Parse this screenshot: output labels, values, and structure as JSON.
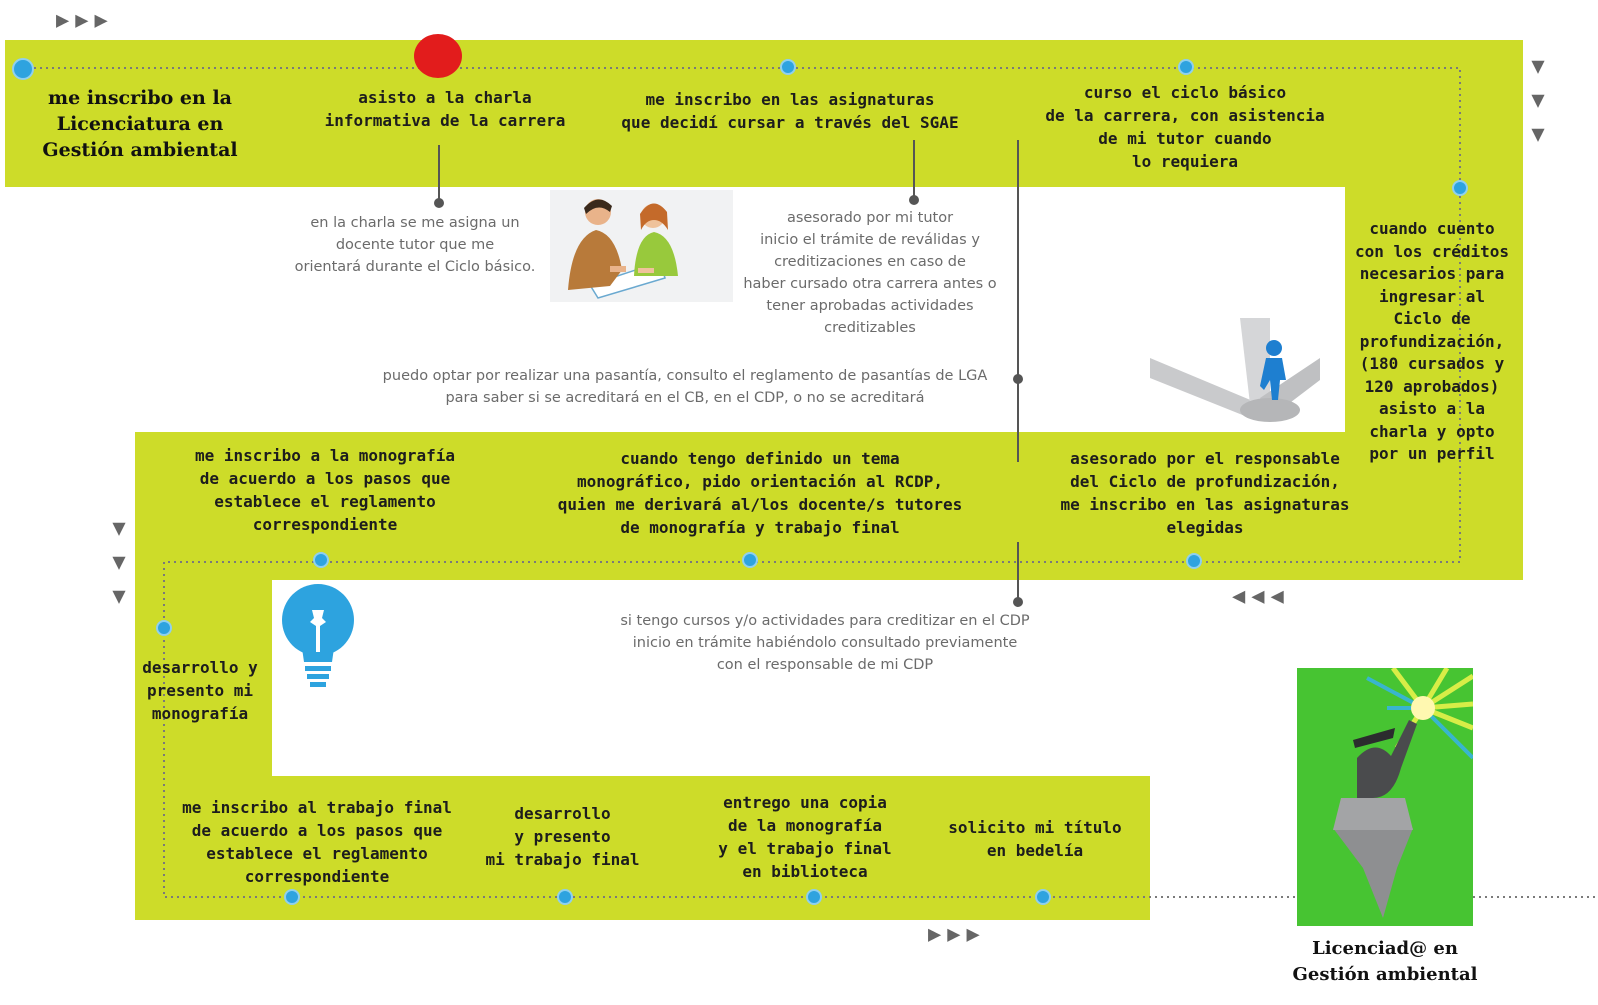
{
  "start_title": "me inscribo en la\nLicenciatura en\nGestión ambiental",
  "end_title": "Licenciad@ en\nGestión ambiental",
  "steps": {
    "s1": "asisto a la charla\ninformativa de la carrera",
    "s2": "me inscribo en las asignaturas\nque decidí cursar a través del SGAE",
    "s3": "curso el ciclo básico\nde la carrera, con asistencia\nde mi tutor cuando\nlo requiera",
    "s4": "cuando cuento\ncon los créditos\nnecesarios para\ningresar al\nCiclo de\nprofundización,\n(180 cursados y\n120 aprobados)\nasisto a la\ncharla y opto\npor un perfil",
    "s5": "asesorado por el responsable\ndel Ciclo de profundización,\nme inscribo en las asignaturas\nelegidas",
    "s6": "cuando tengo definido un tema\nmonográfico, pido orientación al RCDP,\nquien me derivará al/los docente/s tutores\nde monografía y trabajo final",
    "s7": "me inscribo a la monografía\nde acuerdo a los pasos que\nestablece el reglamento\ncorrespondiente",
    "s8": "desarrollo y\npresento mi\nmonografía",
    "s9": "me inscribo al trabajo final\nde acuerdo a los pasos que\nestablece el reglamento\ncorrespondiente",
    "s10": "desarrollo\ny presento\nmi trabajo final",
    "s11": "entrego una copia\nde la monografía\ny el trabajo final\nen biblioteca",
    "s12": "solicito mi título\nen bedelía"
  },
  "notes": {
    "n1": "en la charla se me asigna un\ndocente tutor que me\norientará durante el Ciclo básico.",
    "n2": "asesorado por mi tutor\ninicio el trámite de reválidas y\ncreditizaciones en caso de\nhaber cursado otra carrera antes o\ntener aprobadas actividades\ncreditizables",
    "n3": "puedo optar por realizar una pasantía, consulto el reglamento de pasantías de LGA\npara saber si se acreditará en el CB, en el CDP, o no se acreditará",
    "n4": "si tengo cursos y/o actividades para creditizar en el CDP\ninicio en trámite habiéndolo consultado previamente\ncon el responsable de mi CDP"
  },
  "icons": [
    "tutoring-icon",
    "crossroads-icon",
    "lightbulb-icon",
    "graduate-icon"
  ],
  "colors": {
    "band": "#cddc29",
    "dot": "#2ea3df",
    "marker": "#e21c1c",
    "text": "#1d1d1d",
    "note": "#6b6b6b"
  }
}
